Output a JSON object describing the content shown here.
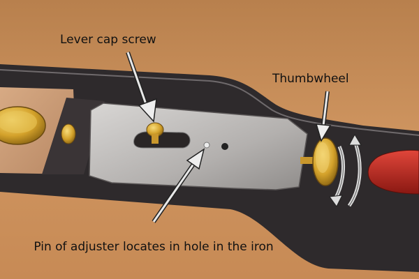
{
  "labels": {
    "lever_cap_screw": "Lever cap screw",
    "thumbwheel": "Thumbwheel",
    "pin_adjuster": "Pin of adjuster locates in hole in the iron"
  },
  "colors": {
    "background": "#c98d57",
    "plane_body": "#2e2a2c",
    "iron": "#b9b6b4",
    "brass": "#d4a22b",
    "handle": "#b5231b"
  },
  "icons": [
    "lever-cap-screw-icon",
    "thumbwheel-icon",
    "rotation-arrows-icon",
    "pointer-arrow-icon"
  ]
}
